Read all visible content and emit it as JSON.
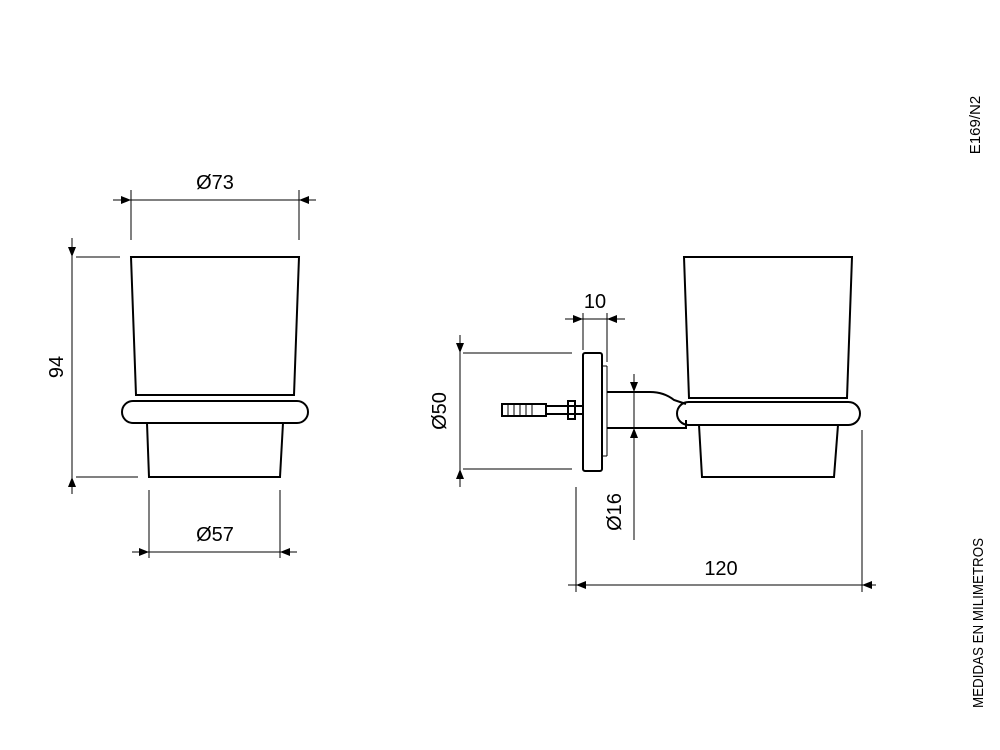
{
  "drawing": {
    "code": "E169/N2",
    "units_note": "MEDIDAS EN MILIMETROS",
    "front_view": {
      "dim_top_diameter": "Ø73",
      "dim_height": "94",
      "dim_bottom_diameter": "Ø57"
    },
    "side_view": {
      "dim_plate_thickness": "10",
      "dim_plate_diameter": "Ø50",
      "dim_arm_diameter": "Ø16",
      "dim_projection": "120"
    }
  }
}
